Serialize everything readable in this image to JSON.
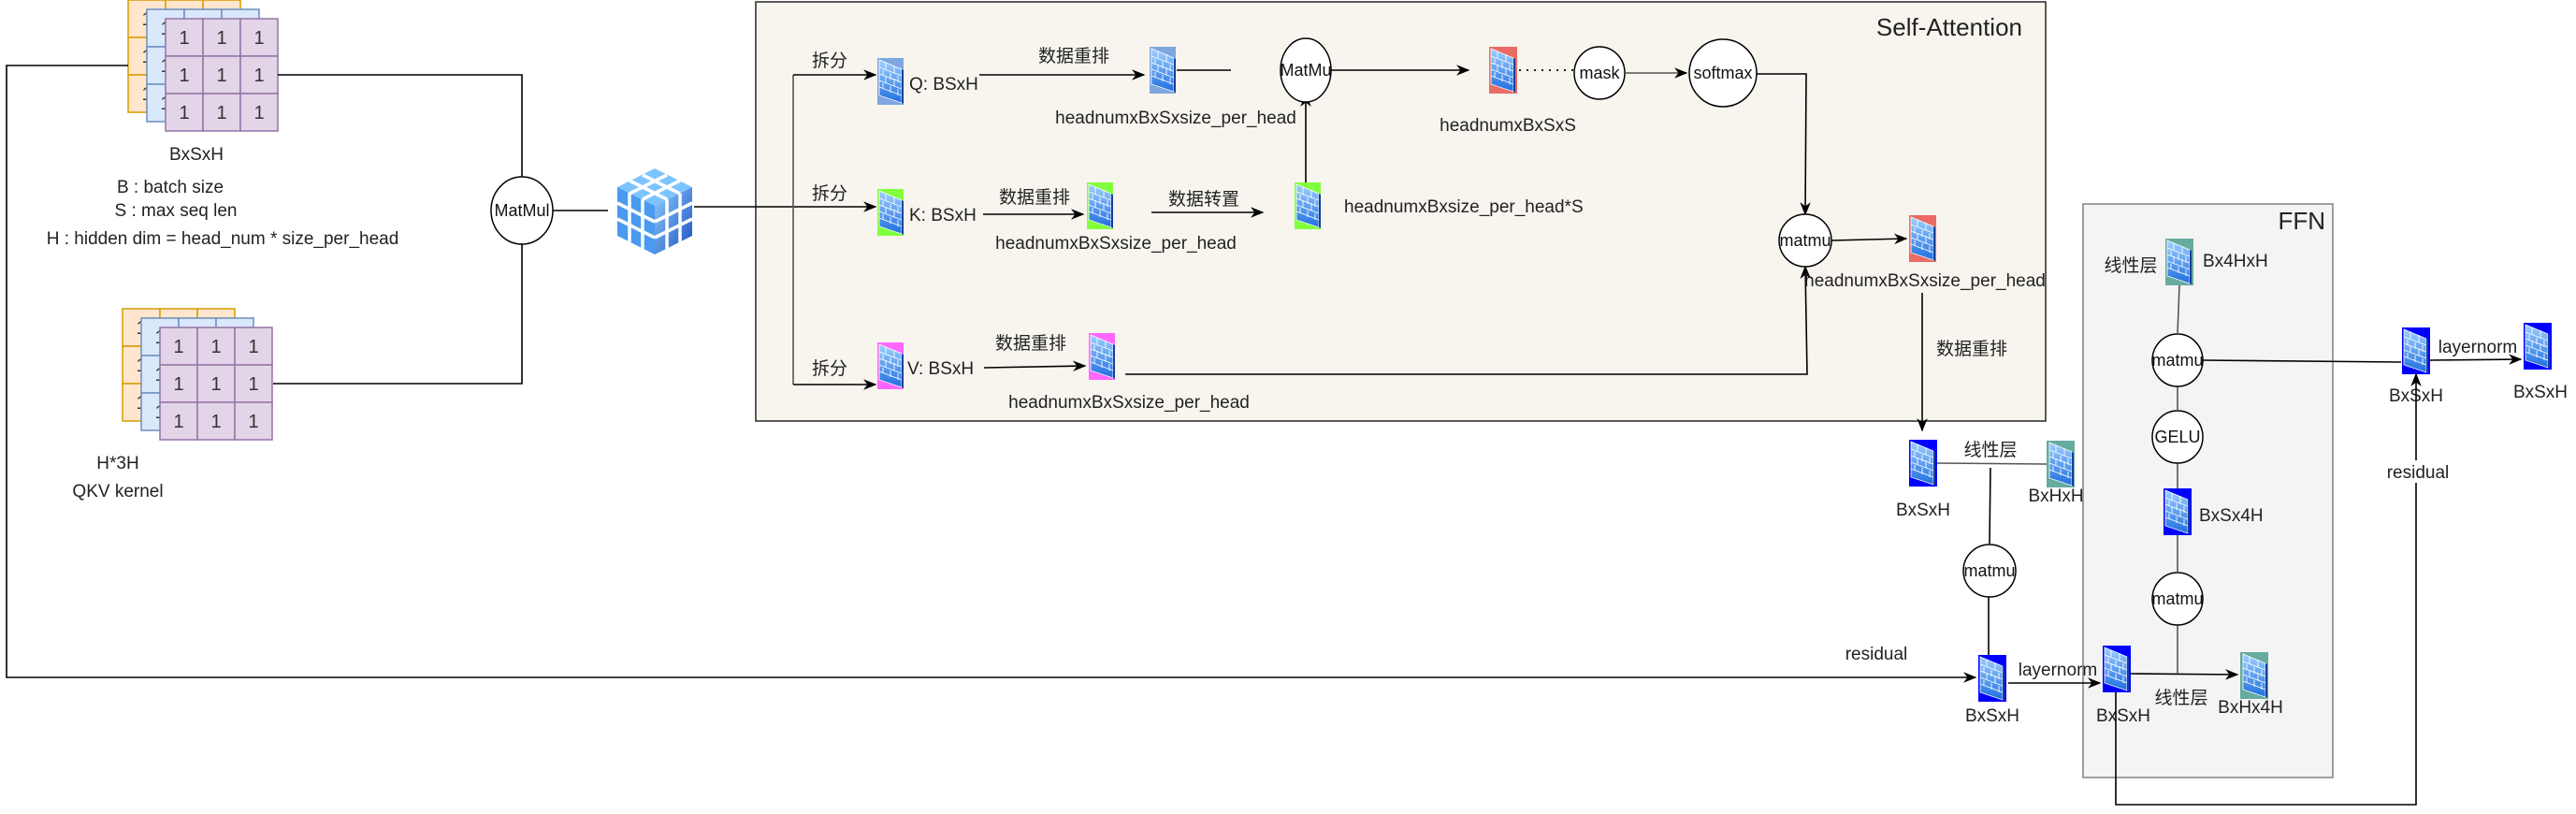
{
  "diagram": {
    "groups": {
      "self_attention": {
        "title": "Self-Attention",
        "background": "#f7f5ee",
        "border": "#333333"
      },
      "ffn": {
        "title": "FFN",
        "background": "#f4f4f4",
        "border": "#888888"
      }
    },
    "input": {
      "tensor_label": "BxSxH",
      "legend": [
        "B : batch size",
        "S : max seq len",
        "H : hidden dim = head_num * size_per_head"
      ],
      "cell_value": "1"
    },
    "kernel": {
      "shape_label": "H*3H",
      "name_label": "QKV kernel",
      "cell_value": "1"
    },
    "layer_colors": {
      "back": "#ffe6cc",
      "back_border": "#d79b00",
      "mid": "#dae8fc",
      "mid_border": "#6c8ebf",
      "front": "#e1d5e7",
      "front_border": "#9673a6"
    },
    "nodes": {
      "qkv_matmul": "MatMul",
      "qk_matmul": "MatMu",
      "mask": "mask",
      "softmax": "softmax",
      "av_matmul": "matmu",
      "proj_matmul": "matmu",
      "ffn_matmul_1": "matmu",
      "gelu": "GELU",
      "ffn_matmul_2": "matmu"
    },
    "split_labels": [
      "拆分",
      "拆分",
      "拆分"
    ],
    "q": {
      "label": "Q: BSxH",
      "reorder": "数据重排",
      "reordered_shape": "headnumxBxSxsize_per_head",
      "accent": "#7ea6e0"
    },
    "k": {
      "label": "K: BSxH",
      "reorder": "数据重排",
      "reordered_shape": "headnumxBxSxsize_per_head",
      "transpose": "数据转置",
      "transposed_shape": "headnumxBxsize_per_head*S",
      "accent": "#80ff3f"
    },
    "v": {
      "label": "V: BSxH",
      "reorder": "数据重排",
      "reordered_shape": "headnumxBxSxsize_per_head",
      "accent": "#ff66ff"
    },
    "scores": {
      "shape": "headnumxBxSxS",
      "accent": "#ea6b66"
    },
    "attn_out": {
      "shape": "headnumxBxSxsize_per_head",
      "reorder": "数据重排",
      "accent": "#ea6b66"
    },
    "projection": {
      "input_shape": "BxSxH",
      "linear_label": "线性层",
      "weight_shape": "BxHxH",
      "weight_accent": "#67ab9f",
      "residual_label": "residual",
      "output_shape": "BxSxH",
      "layernorm_label": "layernorm",
      "accent": "#0000ff"
    },
    "ffn": {
      "input_shape": "BxSxH",
      "linear1_label": "线性层",
      "weight1_shape": "BxHx4H",
      "hidden_shape": "BxSx4H",
      "linear2_label": "线性层",
      "weight2_shape": "Bx4HxH",
      "output_shape": "BxSxH",
      "residual_label": "residual",
      "layernorm_label": "layernorm",
      "final_shape": "BxSxH"
    }
  }
}
